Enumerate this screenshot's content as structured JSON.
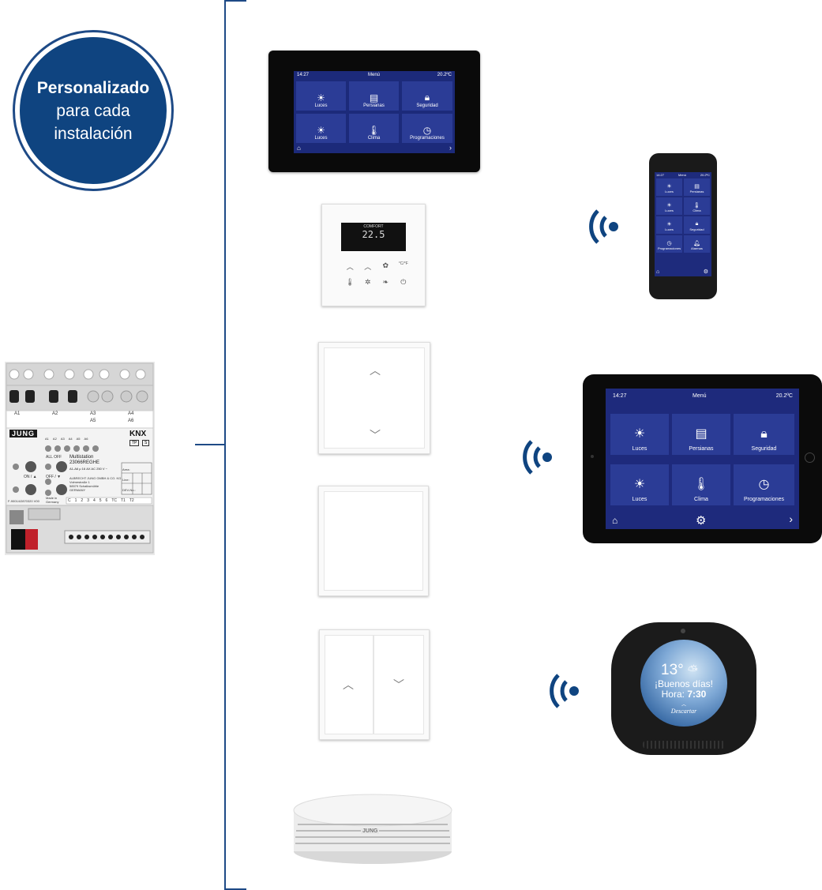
{
  "badge": {
    "line1": "Personalizado",
    "line2": "para cada",
    "line3": "instalación"
  },
  "colors": {
    "brand_blue": "#0f4480",
    "line_blue": "#1e4a86",
    "screen_blue": "#1e2b7c"
  },
  "actuator": {
    "brand": "JUNG",
    "knx": "KNX",
    "tp_label": "TP",
    "s_label": "S",
    "model_name": "Multistation",
    "model_code": "23066REGHE",
    "rating": "A1-A6 μ 16 AX AC 250 V ~",
    "maker_line1": "ALBRECHT JUNG GMBH & CO. KG",
    "maker_line2": "Volmestraße 1",
    "maker_line3": "58579 Schalksmühle",
    "maker_line4": "GERMANY",
    "channels_top": [
      "A1",
      "A2",
      "A3",
      "A4"
    ],
    "channels_bottom": [
      "A5",
      "A6"
    ],
    "leds": [
      "A1",
      "A2",
      "A3",
      "A4",
      "A5",
      "A6"
    ],
    "all_off": "ALL OFF",
    "on_label": "ON / ▲",
    "off_label": "OFF / ▼",
    "made_in": "Made in Germany",
    "serial": "F-90014/2870320 V00",
    "area": "Area:",
    "line": "Line:",
    "dev": "DEV-No.:",
    "terminal_labels": [
      "C",
      "1",
      "2",
      "3",
      "4",
      "5",
      "6",
      "TC",
      "T1",
      "T2"
    ]
  },
  "touch_panel": {
    "time": "14:27",
    "title": "Menú",
    "temp": "20.2ºC",
    "tiles": [
      {
        "label": "Luces",
        "icon": "light-icon"
      },
      {
        "label": "Persianas",
        "icon": "blinds-icon"
      },
      {
        "label": "Seguridad",
        "icon": "lock-icon"
      },
      {
        "label": "Luces",
        "icon": "light-icon"
      },
      {
        "label": "Clima",
        "icon": "thermometer-icon"
      },
      {
        "label": "Programaciones",
        "icon": "clock-icon"
      }
    ]
  },
  "thermostat": {
    "mode": "COMFORT",
    "temp": "22.5",
    "unit_toggle": "°C/°F"
  },
  "phone": {
    "time": "14:27",
    "title": "Menú",
    "temp": "20.2ºC",
    "tiles": [
      {
        "label": "Luces",
        "icon": "light-icon"
      },
      {
        "label": "Persianas",
        "icon": "blinds-icon"
      },
      {
        "label": "Luces",
        "icon": "light-icon"
      },
      {
        "label": "Clima",
        "icon": "thermometer-icon"
      },
      {
        "label": "Luces",
        "icon": "light-icon"
      },
      {
        "label": "Seguridad",
        "icon": "lock-icon"
      },
      {
        "label": "Programaciones",
        "icon": "clock-icon"
      },
      {
        "label": "Alarmas",
        "icon": "bell-icon"
      }
    ]
  },
  "tablet": {
    "time": "14:27",
    "title": "Menú",
    "temp": "20.2ºC",
    "tiles": [
      {
        "label": "Luces",
        "icon": "light-icon"
      },
      {
        "label": "Persianas",
        "icon": "blinds-icon"
      },
      {
        "label": "Seguridad",
        "icon": "lock-icon"
      },
      {
        "label": "Luces",
        "icon": "light-icon"
      },
      {
        "label": "Clima",
        "icon": "thermometer-icon"
      },
      {
        "label": "Programaciones",
        "icon": "clock-icon"
      }
    ]
  },
  "echo": {
    "temp": "13°",
    "greeting": "¡Buenos días!",
    "time_label": "Hora:",
    "time": "7:30",
    "action": "Descartar"
  },
  "smoke_detector": {
    "brand": "JUNG"
  }
}
